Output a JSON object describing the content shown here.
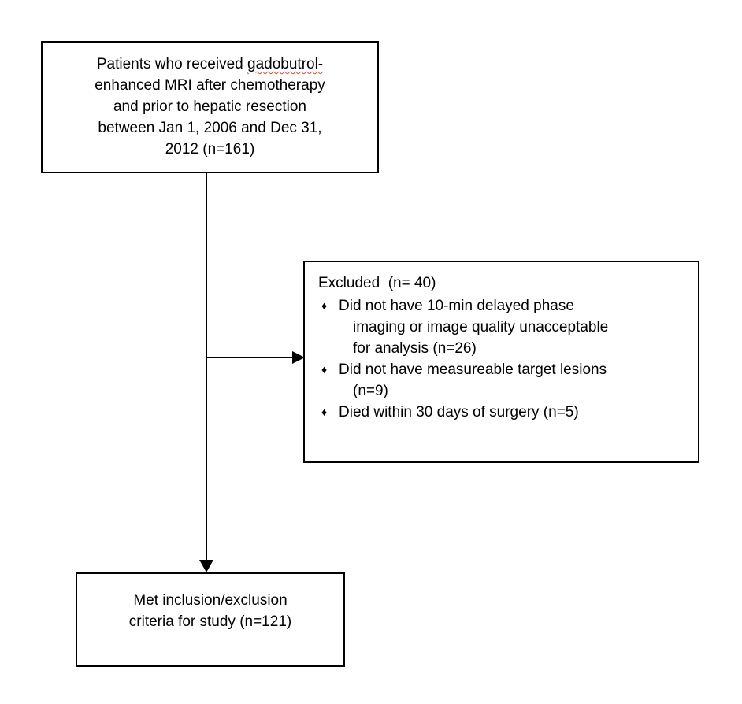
{
  "colors": {
    "border": "#000000",
    "text": "#000000",
    "background": "#ffffff",
    "spellcheck": "#e8402d"
  },
  "top_box": {
    "line1_before": "Patients who received",
    "line1_misspelled": "gadobutrol-",
    "lines_rest": [
      "enhanced MRI after chemotherapy",
      "and prior to hepatic resection",
      "between Jan 1, 2006 and Dec 31,",
      "2012 (n=161)"
    ]
  },
  "excluded_box": {
    "title": "Excluded  (n= 40)",
    "bullet_char": "♦",
    "items": [
      {
        "lines": [
          "Did not have 10-min delayed phase",
          "imaging or image quality unacceptable",
          "for analysis (n=26)"
        ]
      },
      {
        "lines": [
          "Did not have measureable target lesions",
          "(n=9)"
        ]
      },
      {
        "lines": [
          "Died within 30 days of surgery (n=5)"
        ]
      }
    ]
  },
  "bottom_box": {
    "lines": [
      "Met inclusion/exclusion",
      "criteria for study (n=121)"
    ]
  }
}
